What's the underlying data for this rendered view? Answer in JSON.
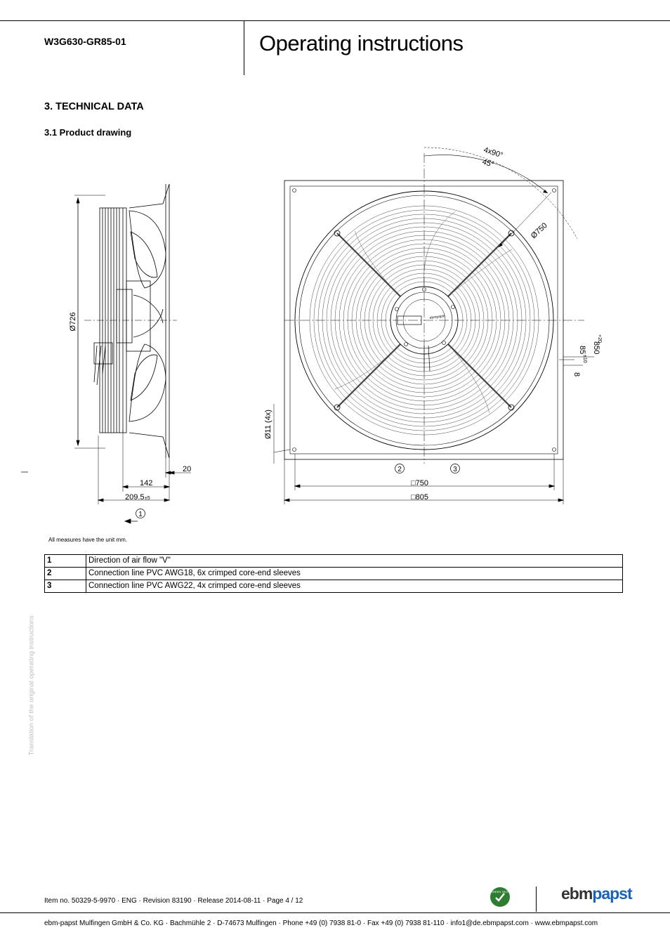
{
  "header": {
    "model": "W3G630-GR85-01",
    "title": "Operating instructions"
  },
  "section": {
    "heading": "3. TECHNICAL DATA",
    "subheading": "3.1 Product drawing"
  },
  "drawing": {
    "dim_diameter_side": "Ø726",
    "dim_20": "20",
    "dim_142": "142",
    "dim_209_5": "209.5",
    "dim_209_5_tol": "±5",
    "marker_1": "1",
    "marker_2": "2",
    "marker_3": "3",
    "angle_4x90": "4x90°",
    "angle_45": "45°",
    "dim_diameter_750": "Ø750",
    "dim_850": "850",
    "dim_850_tol": "+20",
    "dim_85": "85",
    "dim_85_tol": "±10",
    "dim_8": "8",
    "dim_hole": "Ø11 (4x)",
    "dim_square_750": "□750",
    "dim_square_805": "□805",
    "brand_on_hub": "ebmpapst"
  },
  "units_note": "All measures have the unit mm.",
  "legend": [
    {
      "num": "1",
      "text": "Direction of air flow \"V\""
    },
    {
      "num": "2",
      "text": "Connection line PVC AWG18, 6x crimped core-end sleeves"
    },
    {
      "num": "3",
      "text": "Connection line PVC AWG22, 4x crimped core-end sleeves"
    }
  ],
  "side_note": "Translation of the original operating instructions",
  "footer": {
    "item_line": "Item no. 50329-5-9970 · ENG · Revision 83190 · Release 2014-08-11 · Page 4 / 12",
    "address_line": "ebm-papst Mulfingen GmbH & Co. KG · Bachmühle 2 · D-74673 Mulfingen · Phone +49 (0) 7938 81-0 · Fax +49 (0) 7938 81-110 · info1@de.ebmpapst.com · www.ebmpapst.com",
    "brand_ebm": "ebm",
    "brand_papst": "papst",
    "greentech_label": "GREEN TECH"
  }
}
